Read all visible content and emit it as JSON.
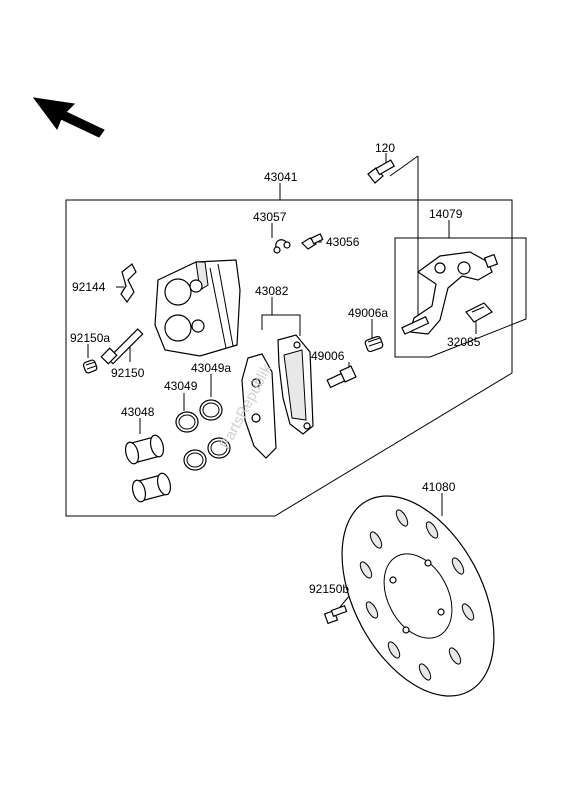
{
  "diagram": {
    "watermark": "PartsRepublik",
    "labels": {
      "p120": "120",
      "p43041": "43041",
      "p43057": "43057",
      "p43056": "43056",
      "p14079": "14079",
      "p92144": "92144",
      "p43082": "43082",
      "p49006a": "49006a",
      "p92150a": "92150a",
      "p49006": "49006",
      "p32085": "32085",
      "p92150": "92150",
      "p43049a": "43049a",
      "p43049": "43049",
      "p43048": "43048",
      "p41080": "41080",
      "p92150b": "92150b"
    }
  }
}
